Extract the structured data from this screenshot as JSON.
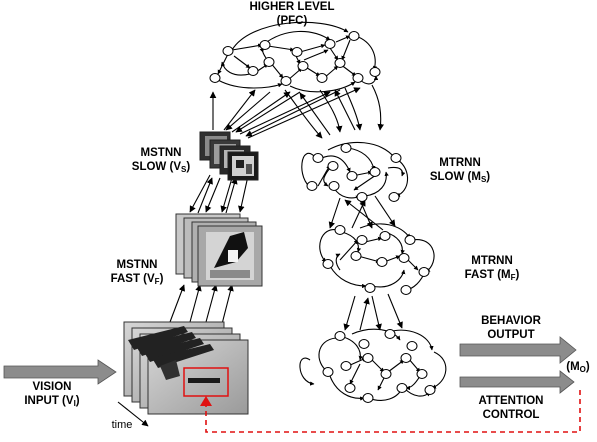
{
  "labels": {
    "higher_level_line1": "HIGHER LEVEL",
    "higher_level_line2": "(PFC)",
    "mstnn_slow_line1": "MSTNN",
    "mstnn_slow_line2": "SLOW (V",
    "mstnn_slow_sub": "S",
    "mstnn_fast_line1": "MSTNN",
    "mstnn_fast_line2": "FAST (V",
    "mstnn_fast_sub": "F",
    "mtrnn_slow_line1": "MTRNN",
    "mtrnn_slow_line2": "SLOW (M",
    "mtrnn_slow_sub": "S",
    "mtrnn_fast_line1": "MTRNN",
    "mtrnn_fast_line2": "FAST (M",
    "mtrnn_fast_sub": "F",
    "vision_input_line1": "VISION",
    "vision_input_line2": "INPUT (V",
    "vision_input_sub": "I",
    "behavior_output_line1": "BEHAVIOR",
    "behavior_output_line2": "OUTPUT",
    "attention_control_line1": "ATTENTION",
    "attention_control_line2": "CONTROL",
    "mo_prefix": "(M",
    "mo_sub": "O",
    "mo_suffix": ")",
    "close_paren": ")",
    "time": "time"
  },
  "colors": {
    "arrow_gray": "#8c8c8c",
    "attention_dashed": "#e01010",
    "focus_box": "#e01010",
    "frame_back": "#b0b0b0",
    "frame_border": "#404040"
  }
}
